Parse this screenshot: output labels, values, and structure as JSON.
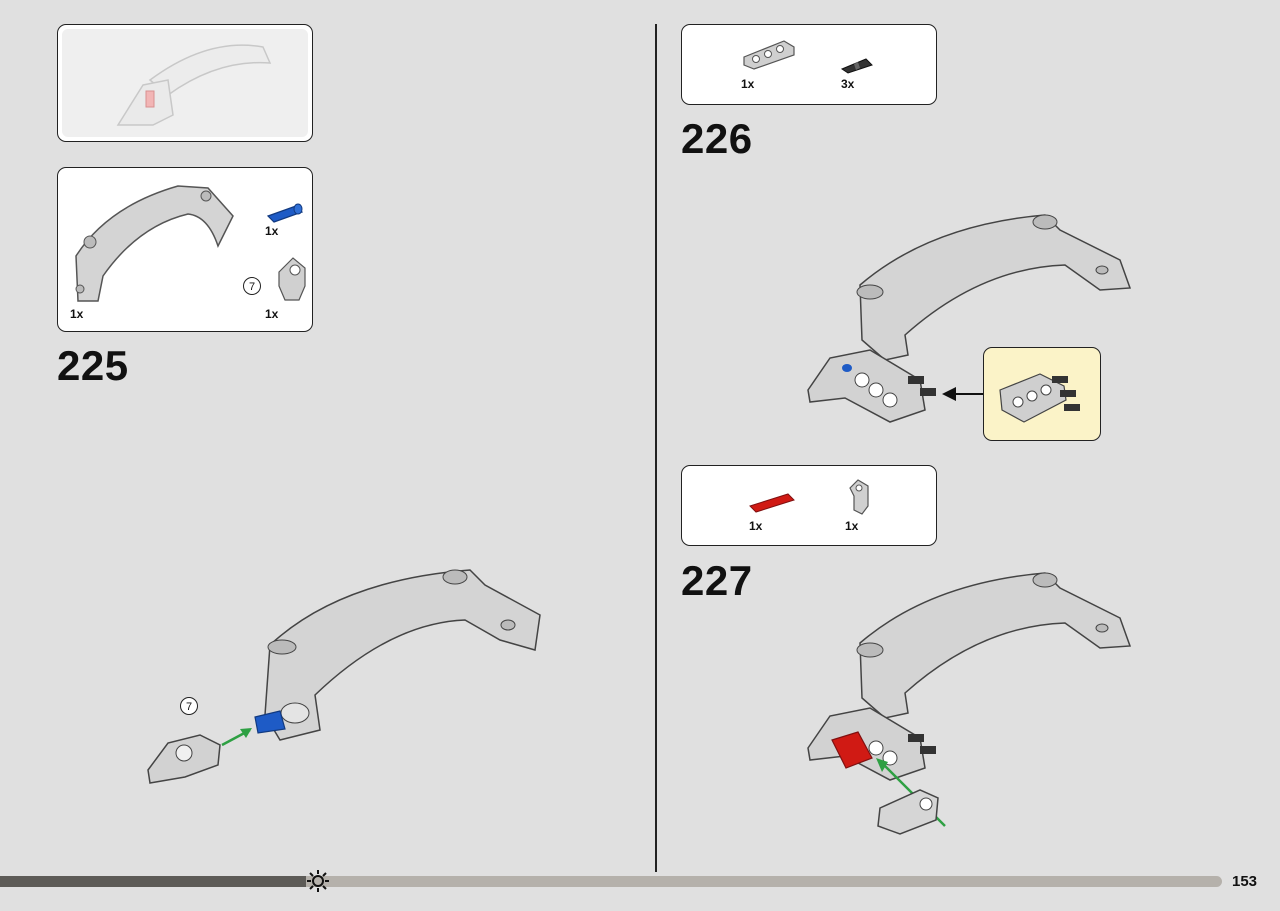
{
  "page": {
    "number": "153",
    "progress_fraction": 0.25
  },
  "steps": {
    "s225": {
      "number": "225",
      "parts": [
        {
          "qty": "1x",
          "icon": "curved-arm-part"
        },
        {
          "qty": "1x",
          "icon": "blue-pin-part"
        },
        {
          "qty": "1x",
          "icon": "axle-connector-part"
        }
      ],
      "connector_callout": "7",
      "build_callout": "7"
    },
    "s226": {
      "number": "226",
      "parts": [
        {
          "qty": "1x",
          "icon": "gray-beam-part"
        },
        {
          "qty": "3x",
          "icon": "black-pin-part"
        }
      ]
    },
    "s227": {
      "number": "227",
      "parts": [
        {
          "qty": "1x",
          "icon": "red-axle-part"
        },
        {
          "qty": "1x",
          "icon": "gray-connector-part"
        }
      ]
    }
  },
  "colors": {
    "background": "#e0e0e0",
    "part_gray": "#d2d2d2",
    "part_blue": "#1e5bc6",
    "part_red": "#d01a14",
    "arrow_green": "#2ea043",
    "callout_yellow": "#fbf3c8"
  }
}
